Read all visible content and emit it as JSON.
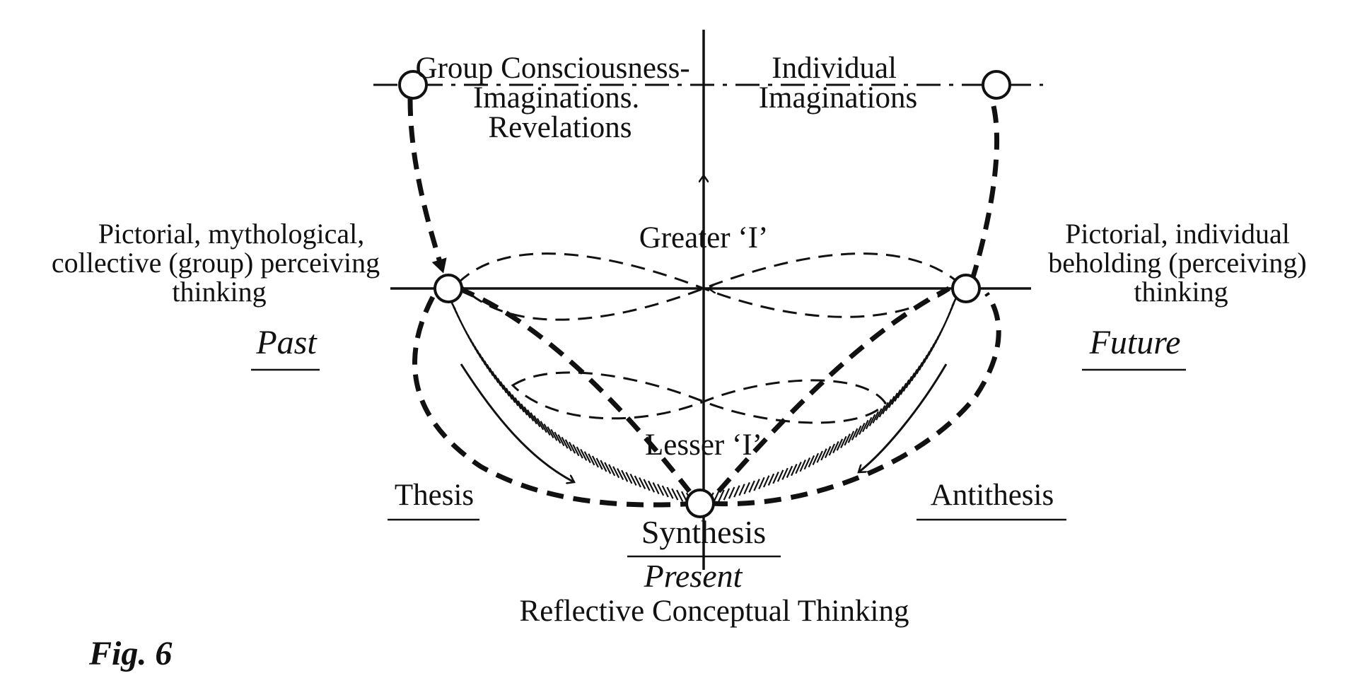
{
  "figure": {
    "label": "Fig. 6",
    "top_left": {
      "line1": "Group Consciousness-",
      "line2": "Imaginations.",
      "line3": "Revelations"
    },
    "top_right": {
      "line1": "Individual",
      "line2": "Imaginations"
    },
    "left_mid": {
      "line1": "Pictorial, mythological,",
      "line2": "collective (group) perceiving",
      "line3": "thinking"
    },
    "right_mid": {
      "line1": "Pictorial, individual",
      "line2": "beholding (perceiving)",
      "line3": "thinking"
    },
    "past": "Past",
    "future": "Future",
    "greater_i": "Greater ‘I’",
    "lesser_i": "Lesser ‘I’",
    "thesis": "Thesis",
    "antithesis": "Antithesis",
    "synthesis": "Synthesis",
    "present": "Present",
    "bottom_caption": "Reflective Conceptual Thinking"
  }
}
